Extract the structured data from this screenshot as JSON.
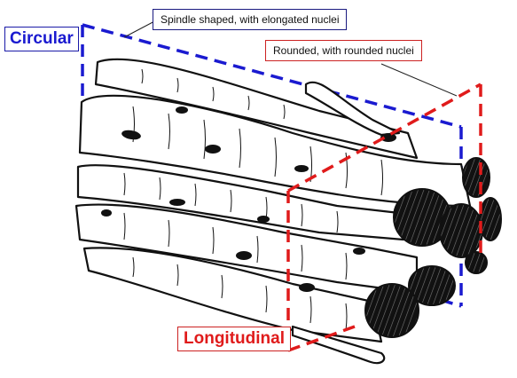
{
  "labels": {
    "circular": "Circular",
    "longitudinal": "Longitudinal",
    "spindle": "Spindle shaped, with elongated nuclei",
    "rounded": "Rounded, with rounded nuclei"
  },
  "colors": {
    "circular_outline": "#1a1ad0",
    "longitudinal_outline": "#e01b1b",
    "fiber_ink": "#111111",
    "fiber_fill": "#ffffff"
  }
}
